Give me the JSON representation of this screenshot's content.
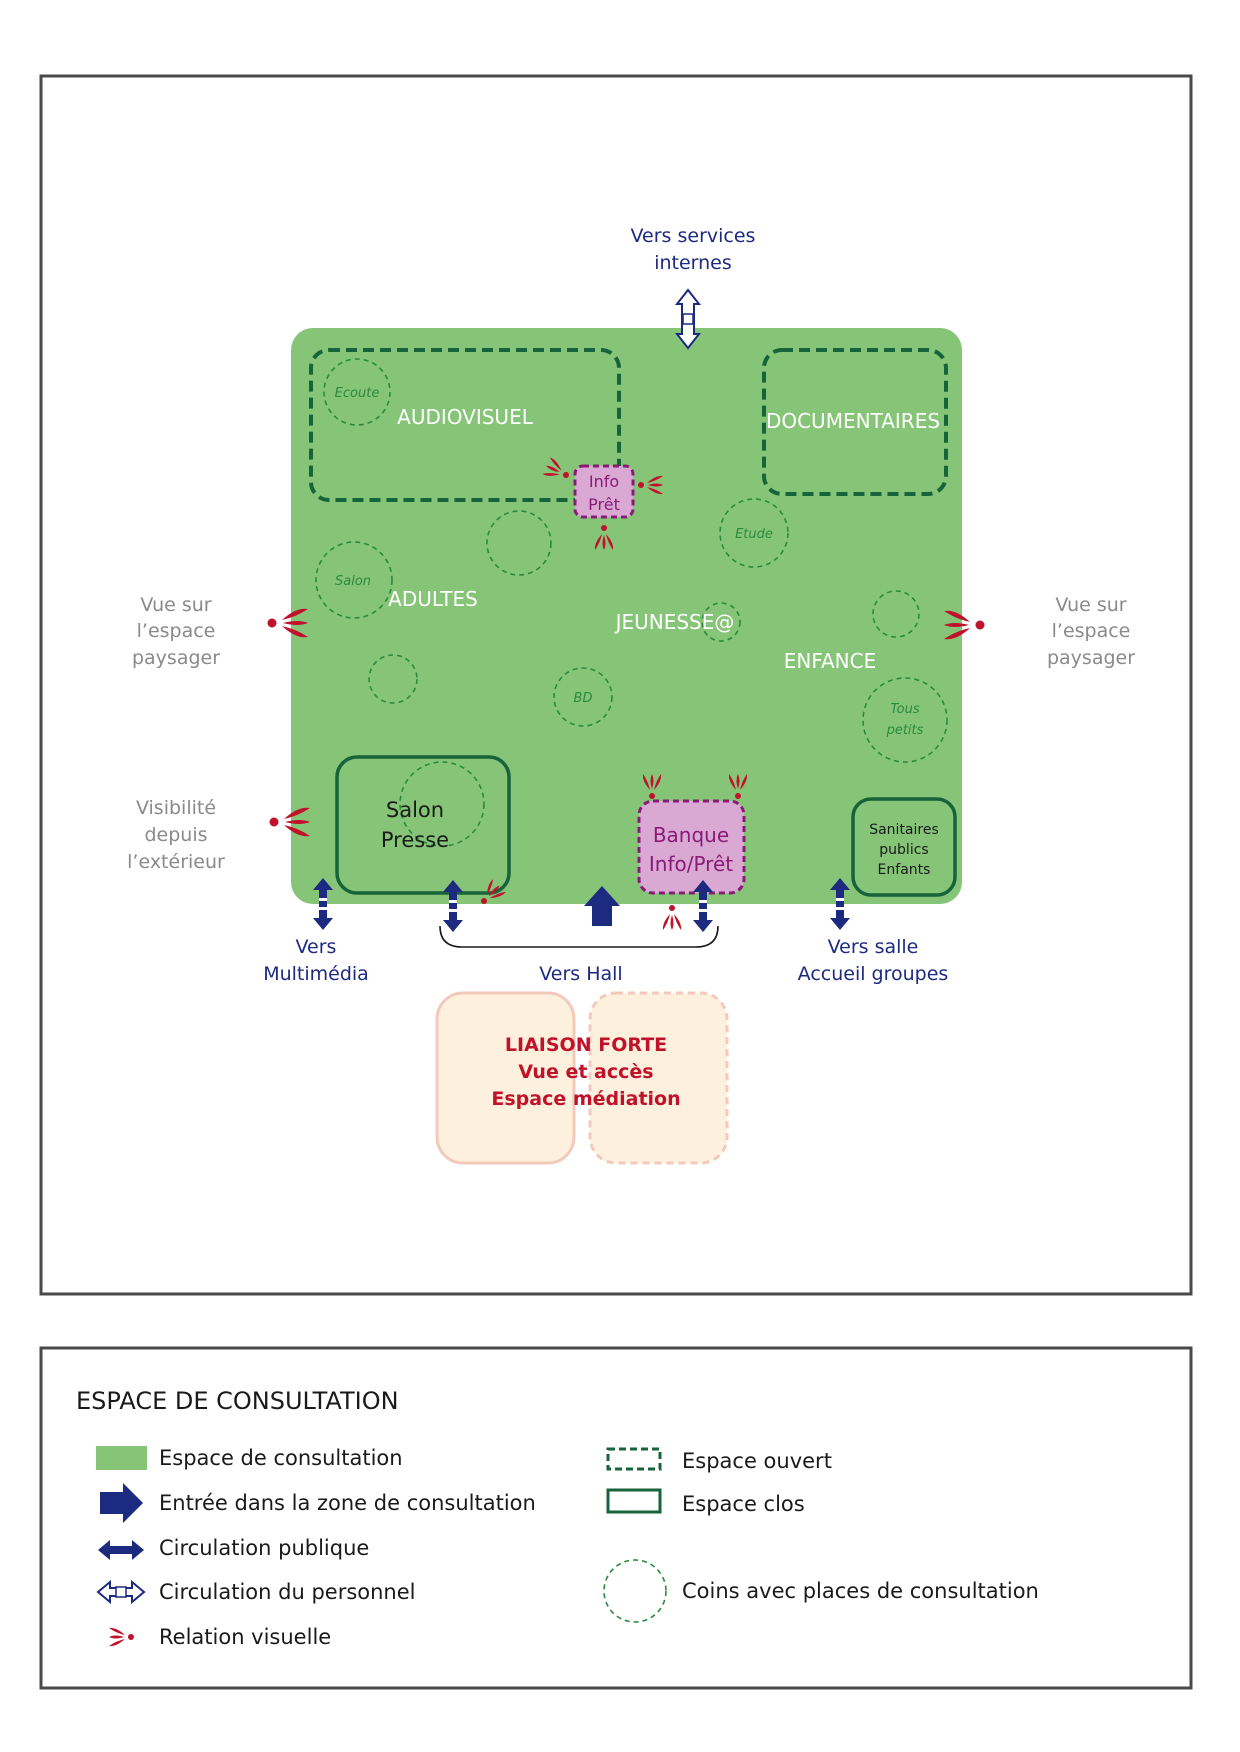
{
  "colors": {
    "frame": "#4a4a4a",
    "consultation": "#86c577",
    "dark_green": "#17633a",
    "circle_green": "#2b8a3e",
    "navy": "#1c2a80",
    "red": "#c0122b",
    "magenta": "#8a1a78",
    "pink_fill": "#d9a9d3",
    "peach_fill": "#fdf0dc",
    "peach_stroke": "#f3c9bb",
    "grey_text": "#8a8a8a"
  },
  "plan": {
    "top_label": [
      "Vers services",
      "internes"
    ],
    "zones": {
      "audiovisuel": "AUDIOVISUEL",
      "documentaires": "DOCUMENTAIRES",
      "adultes": "ADULTES",
      "jeunesse": "JEUNESSE@",
      "enfance": "ENFANCE"
    },
    "corners": {
      "ecoute": "Ecoute",
      "salon": "Salon",
      "etude": "Etude",
      "bd": "BD",
      "tous_petits": [
        "Tous",
        "petits"
      ]
    },
    "info_pret": [
      "Info",
      "Prêt"
    ],
    "banque": [
      "Banque",
      "Info/Prêt"
    ],
    "salon_presse": [
      "Salon",
      "Presse"
    ],
    "sanitaires": [
      "Sanitaires",
      "publics",
      "Enfants"
    ],
    "left_view": [
      "Vue sur",
      "l’espace",
      "paysager"
    ],
    "right_view": [
      "Vue sur",
      "l’espace",
      "paysager"
    ],
    "visibility": [
      "Visibilité",
      "depuis",
      "l’extérieur"
    ],
    "bottom_left": [
      "Vers",
      "Multimédia"
    ],
    "bottom_center": "Vers Hall",
    "bottom_right": [
      "Vers salle",
      "Accueil groupes"
    ],
    "liaison": [
      "LIAISON FORTE",
      "Vue et accès",
      "Espace médiation"
    ]
  },
  "legend": {
    "title": "ESPACE DE CONSULTATION",
    "items_left": [
      {
        "icon": "green-swatch",
        "label": "Espace de consultation"
      },
      {
        "icon": "entry-arrow-icon",
        "label": "Entrée dans la zone de consultation"
      },
      {
        "icon": "public-circulation-icon",
        "label": "Circulation publique"
      },
      {
        "icon": "staff-circulation-icon",
        "label": "Circulation du personnel"
      },
      {
        "icon": "visual-relation-icon",
        "label": "Relation visuelle"
      }
    ],
    "items_right": [
      {
        "icon": "dashed-rect-icon",
        "label": "Espace ouvert"
      },
      {
        "icon": "solid-rect-icon",
        "label": "Espace clos"
      },
      {
        "icon": "dashed-circle-icon",
        "label": "Coins avec places de consultation"
      }
    ]
  }
}
